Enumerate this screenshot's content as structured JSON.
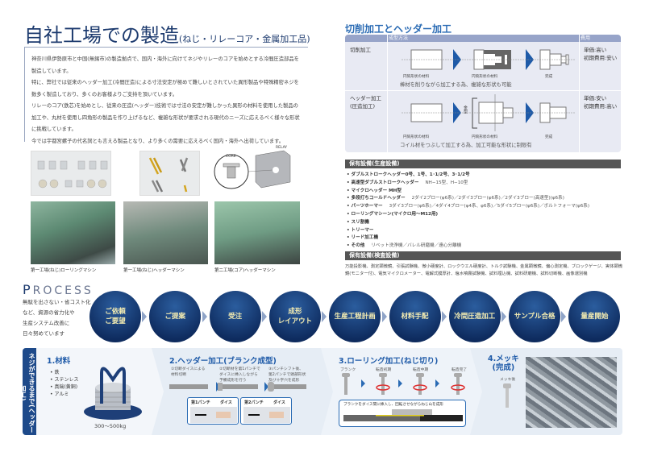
{
  "title": {
    "main": "自社工場での製造",
    "sub": "(ねじ・リレーコア・金属加工品)"
  },
  "intro": [
    "神奈川県伊勢原市と中国(無錫市)の製造拠点で、国内・海外に向けてネジやリレーのコアを始めとする冷間圧造部品を製造しています。",
    "特に、弊社では従来のヘッダー加工(冷間圧造)による寸法安定が極めて難しいとされていた異形製品や特殊精密ネジを数多く製造しており、多くのお客様よりご支持を頂いています。",
    "リレーのコア(鉄芯)を始めとし、従来の圧造(ヘッダー)技術では寸法の安定が難しかった異形の材料を使用した製品の加工や、丸材を使用し四角形の製品を作り上げるなど、複雑な形状が要求される現代のニーズに応えるべく様々な形状に挑戦しています。",
    "今では宇都宮螺子の代名詞とも言える製品となり、より多くの需要に応えるべく国内・海外へ出荷しています。"
  ],
  "relay_diagram": {
    "core": "CORE",
    "relay": "RELAY"
  },
  "photos": [
    {
      "caption": "第一工場(ねじ)ローリングマシン"
    },
    {
      "caption": "第一工場(ねじ)ヘッダーマシン"
    },
    {
      "caption": "第二工場(コア)ヘッダーマシン"
    }
  ],
  "process": {
    "heading_initial": "P",
    "heading_rest": "ROCESS",
    "description": [
      "無駄を出さない・省コスト化",
      "など、資源の省力化や",
      "生産システム改善に",
      "日々努めています"
    ],
    "steps": [
      "ご依頼\nご要望",
      "ご提案",
      "受注",
      "成形\nレイアウト",
      "生産工程計画",
      "材料手配",
      "冷間圧造加工",
      "サンプル合格",
      "量産開始"
    ]
  },
  "flow": {
    "side_label": "ネジができるまで(ヘッダー加工)",
    "step1": {
      "title": "1.材料",
      "materials": [
        "• 鉄",
        "• ステンレス",
        "• 真鍮(黄銅)",
        "• アルミ"
      ],
      "weight": "300〜500kg"
    },
    "step2": {
      "title": "2.ヘッダー加工(ブランク成型)",
      "notes": [
        "①切断ダイスによる\n材料切断",
        "②切断材を第1パンチで\nダイスに挿入しながら\n予備成形を行う",
        "③パンチシフト後、\n第2パンチで頭部形状\n及び十字穴を成形"
      ],
      "punch1": "第1パンチ",
      "punch2": "第2パンチ",
      "die": "ダイス"
    },
    "step3": {
      "title": "3.ローリング加工(ねじ切り)",
      "stages": [
        "ブランク",
        "転造初期",
        "転造中期",
        "転造完了"
      ],
      "note": "ブランクをダイス間に挿入し、回転させながらねじ山を成形"
    },
    "step4": {
      "title": "4.メッキ\n(完成)",
      "label": "メッキ後"
    }
  },
  "comparison": {
    "heading": "切削加工とヘッダー加工",
    "col_method": "成型方法",
    "col_cost": "費用",
    "rows": [
      {
        "label": "切削加工",
        "captions": [
          "円筒形状の材料",
          "円筒形状の材料",
          "完成"
        ],
        "note": "棒材を削りながら加工する為、複雑な形状も可能",
        "cost": [
          "単価:高い",
          "初期費用:安い"
        ]
      },
      {
        "label": "ヘッダー加工\n(圧造加工)",
        "die_label": "金型",
        "captions": [
          "円筒形状の材料",
          "円筒形状の材料",
          "完成"
        ],
        "note": "コイル材をつぶして加工する為、加工可能な形状に制限有",
        "cost": [
          "単価:安い",
          "初期費用:高い"
        ]
      }
    ]
  },
  "equipment": {
    "production_title": "保有設備(生産設備)",
    "production": [
      [
        "• ダブルストロークヘッダー0号、1号、1･1/2号、3･1/2号",
        ""
      ],
      [
        "• 高速型ダブルストロークヘッダー",
        "NH−15型、H−10型"
      ],
      [
        "• マイクロヘッダー MH型",
        ""
      ],
      [
        "• 多段打ちコールドヘッダー",
        "2ダイ2ブロー(φ6系)／2ダイ3ブロー(φ6系)／2ダイ3ブロー(高速型)(φ6系)"
      ],
      [
        "• パーツホーマー",
        "3ダイ3ブロー(φ6系)／4ダイ4ブロー(φ4系、φ6系)／5ダイ5ブロー(φ6系)／ボルトフォーマ(φ6系)"
      ],
      [
        "• ローリングマシーン(マイクロ用〜M12用)",
        ""
      ],
      [
        "• スリ割機",
        ""
      ],
      [
        "• トリーマー",
        ""
      ],
      [
        "• リード加工機",
        ""
      ],
      [
        "• その他",
        "リベット洗浄機／バレル研磨機／遠心分離機"
      ]
    ],
    "inspection_title": "保有設備(検査設備)",
    "inspection": "万能投影機、測定顕微鏡、引張試験機、微小硬度計、ロックウエル硬度計、トルク試験機、金属顕微鏡、偏心測定機、ブロックゲージ、実体顕微鏡(モニター付)、電気マイクロメーター、電解式膜厚計、塩水噴霧試験機、試料埋込機、試料研磨機、試料切断機、画像選別機"
  },
  "colors": {
    "navy": "#1c3a6e",
    "accent_blue": "#2a6bb4",
    "circle_text": "#f6eeb2"
  }
}
